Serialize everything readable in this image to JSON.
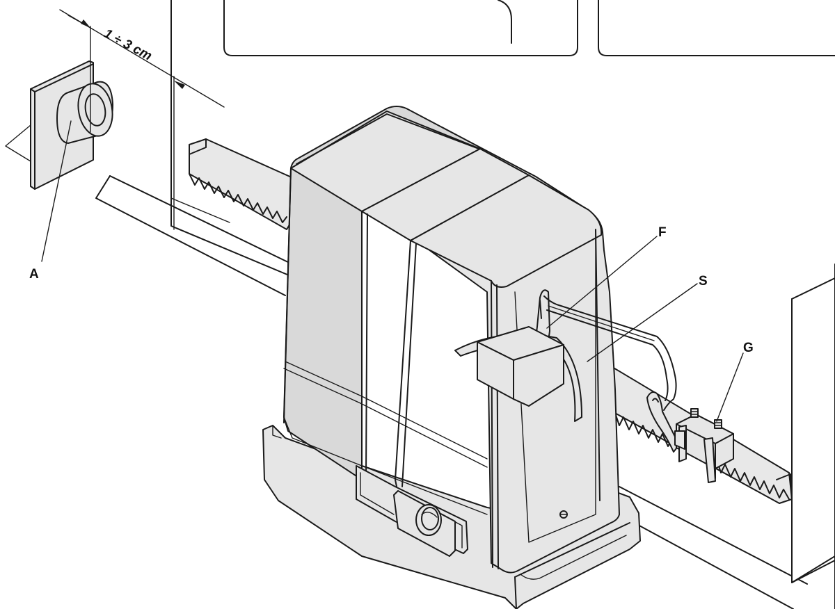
{
  "labels": {
    "a": "A",
    "f": "F",
    "s": "S",
    "g": "G"
  },
  "dimension": {
    "text": "1 ÷ 3 cm"
  },
  "colors": {
    "line": "#1a1a1a",
    "body_fill": "#e6e6e6",
    "background": "#ffffff"
  }
}
